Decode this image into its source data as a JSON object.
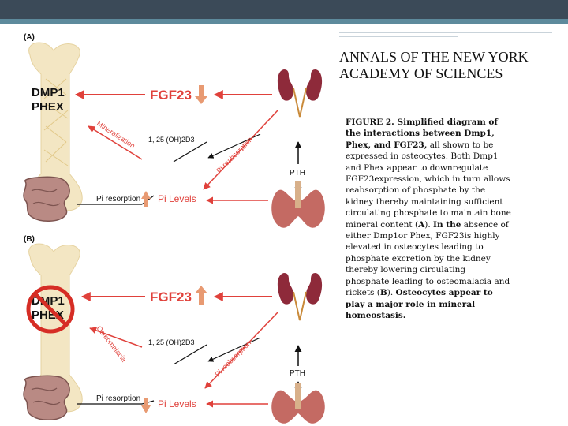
{
  "journal": {
    "title": "ANNALS OF THE NEW YORK ACADEMY OF SCIENCES"
  },
  "caption": {
    "lead": "FIGURE 2. Simplified diagram of the interactions between Dmp1, Phex, and FGF23,",
    "body": " all shown to be expressed in osteocytes. Both Dmp1 and Phex appear to downregulate FGF23expression, which in turn allows reabsorption of phosphate by the kidney thereby maintaining sufficient circulating phosphate to maintain bone mineral content (",
    "ref_a": "A",
    "mid1": "). ",
    "in_the": "In the",
    "mid2": " absence of either Dmp1or Phex, FGF23is highly elevated in osteocytes leading to phosphate excretion by the kidney thereby lowering circulating phosphate leading to osteomalacia and rickets (",
    "ref_b": "B",
    "mid3": "). ",
    "tail": "Osteocytes appear to play a major role in mineral homeostasis."
  },
  "figure": {
    "panel_a": {
      "label": "(A)",
      "gene1": "DMP1",
      "gene2": "PHEX",
      "hormone": "FGF23",
      "process": "Mineralization",
      "vitd": "1, 25 (OH)2D3",
      "kidney_process": "Pi reabsorption",
      "pth": "PTH",
      "gut": "Pi resorption",
      "levels": "Pi Levels"
    },
    "panel_b": {
      "label": "(B)",
      "gene1": "DMP1",
      "gene2": "PHEX",
      "hormone": "FGF23",
      "process": "Osteomalacia",
      "vitd": "1, 25 (OH)2D3",
      "kidney_process": "Pi reabsorption",
      "pth": "PTH",
      "gut": "Pi resorption",
      "levels": "Pi Levels"
    },
    "colors": {
      "accent_red": "#e0413b",
      "bone": "#f3e6c3",
      "kidney": "#8e2a3a",
      "thyroid": "#c46a63",
      "intestine": "#b98a84",
      "arrow_up": "#e89a72"
    }
  }
}
